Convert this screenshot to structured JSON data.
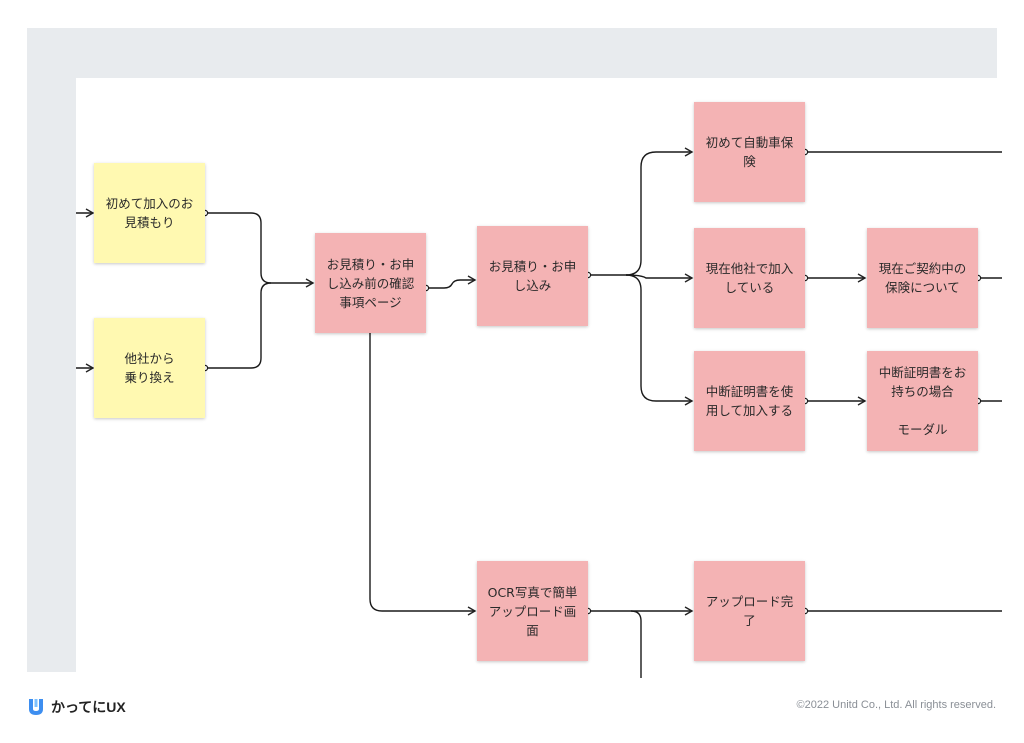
{
  "notes": {
    "first_join": "初めて加入のお\n見積もり",
    "switch": "他社から\n乗り換え",
    "confirm_page": "お見積り・お申\nし込み前の確認\n事項ページ",
    "estimate": "お見積り・お申\nし込み",
    "first_auto": "初めて自動車保\n険",
    "current_other": "現在他社で加入\nしている",
    "current_contract": "現在ご契約中の\n保険について",
    "interrupt_cert": "中断証明書を使\n用して加入する",
    "interrupt_case": "中断証明書をお\n持ちの場合\n\nモーダル",
    "ocr": "OCR写真で簡単\nアップロード画\n面",
    "upload_done": "アップロード完\n了"
  },
  "footer": {
    "logo_text": "かってにUX",
    "copyright": "©2022 Unitd Co., Ltd. All rights reserved."
  },
  "colors": {
    "yellow_note": "#fff9b1",
    "pink_note": "#f4b3b4",
    "frame": "#e8ebee",
    "logo_blue": "#3d8ef0"
  }
}
